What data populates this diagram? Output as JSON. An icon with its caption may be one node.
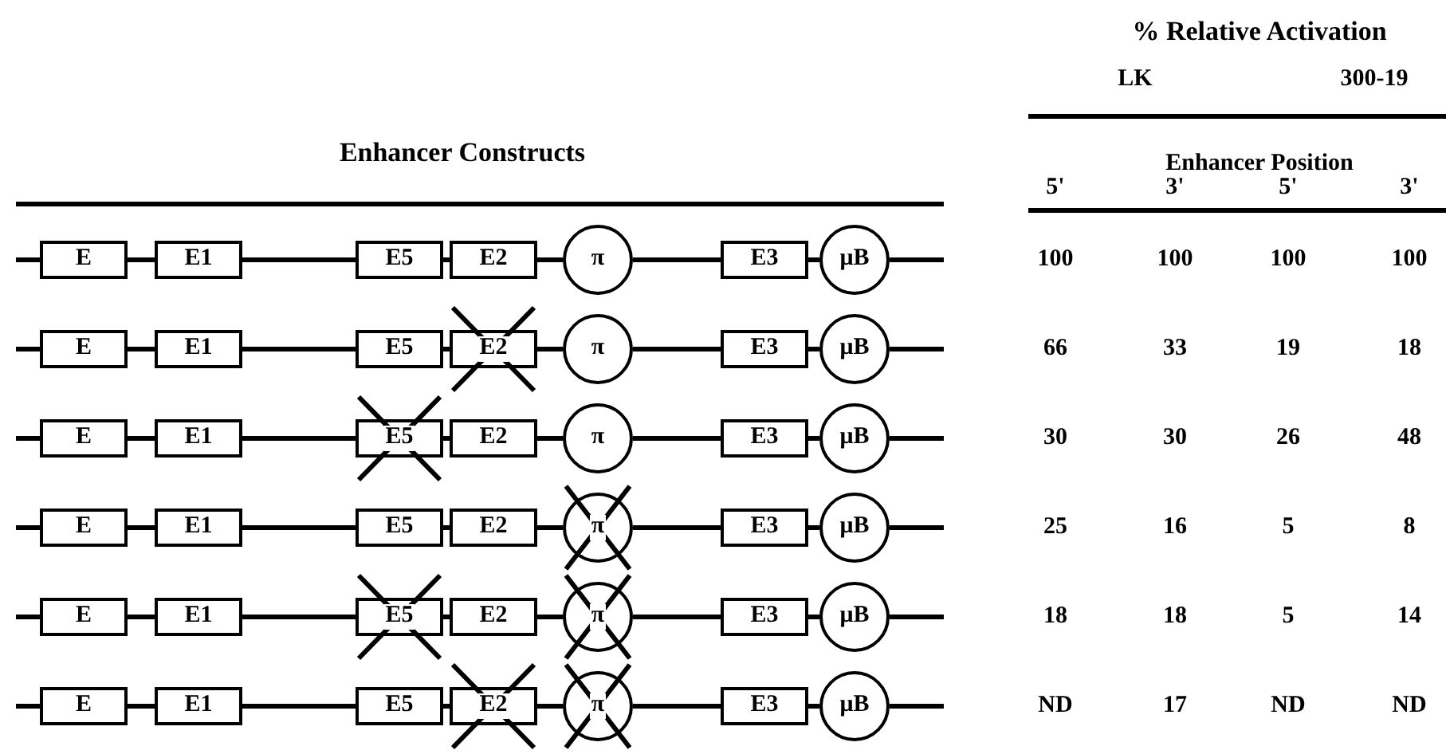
{
  "diagram": {
    "nodes": [
      {
        "text": [
          "E"
        ]
      },
      {
        "text": [
          "E1"
        ]
      },
      {
        "text": [
          "E5"
        ]
      },
      {
        "text": [
          "E2"
        ]
      },
      {
        "text": [
          "π"
        ]
      },
      {
        "text": [
          "E3"
        ]
      },
      {
        "text": [
          "μB"
        ]
      },
      {
        "text": [
          "E"
        ]
      },
      {
        "text": [
          "E1"
        ]
      },
      {
        "text": [
          "E5"
        ]
      },
      {
        "text": [
          "E2"
        ]
      },
      {
        "text": [
          "π"
        ]
      },
      {
        "text": [
          "E3"
        ]
      },
      {
        "text": [
          "μB"
        ]
      },
      {
        "text": [
          "E"
        ]
      },
      {
        "text": [
          "E1"
        ]
      },
      {
        "text": [
          "E5"
        ]
      },
      {
        "text": [
          "E2"
        ]
      },
      {
        "text": [
          "π"
        ]
      },
      {
        "text": [
          "E3"
        ]
      },
      {
        "text": [
          "μB"
        ]
      },
      {
        "text": [
          "E"
        ]
      },
      {
        "text": [
          "E1"
        ]
      },
      {
        "text": [
          "E5"
        ]
      },
      {
        "text": [
          "E2"
        ]
      },
      {
        "text": [
          "π"
        ]
      },
      {
        "text": [
          "E3"
        ]
      },
      {
        "text": [
          "μB"
        ]
      },
      {
        "text": [
          "E"
        ]
      },
      {
        "text": [
          "E1"
        ]
      },
      {
        "text": [
          "E5"
        ]
      },
      {
        "text": [
          "E2"
        ]
      },
      {
        "text": [
          "π"
        ]
      },
      {
        "text": [
          "E3"
        ]
      },
      {
        "text": [
          "μB"
        ]
      },
      {
        "text": [
          "E"
        ]
      },
      {
        "text": [
          "E1"
        ]
      },
      {
        "text": [
          "E5"
        ]
      },
      {
        "text": [
          "E2"
        ]
      },
      {
        "text": [
          "π"
        ]
      },
      {
        "text": [
          "E3"
        ]
      },
      {
        "text": [
          "μB"
        ]
      }
    ],
    "edges": [
      {
        "from": null,
        "to": 0,
        "arrow": "none"
      },
      {
        "from": 0,
        "to": 1,
        "arrow": "none"
      },
      {
        "from": 1,
        "to": 2,
        "arrow": "none"
      },
      {
        "from": 2,
        "to": 3,
        "arrow": "none"
      },
      {
        "from": 3,
        "to": 4,
        "arrow": "none"
      },
      {
        "from": 4,
        "to": 5,
        "arrow": "none"
      },
      {
        "from": 5,
        "to": 6,
        "arrow": "none"
      },
      {
        "from": 6,
        "to": null,
        "arrow": "none"
      },
      {
        "from": null,
        "to": 7,
        "arrow": "none"
      },
      {
        "from": 7,
        "to": 8,
        "arrow": "none"
      },
      {
        "from": 8,
        "to": 9,
        "arrow": "none"
      },
      {
        "from": 9,
        "to": 10,
        "arrow": "none"
      },
      {
        "from": 10,
        "to": 11,
        "arrow": "none"
      },
      {
        "from": 11,
        "to": 12,
        "arrow": "none"
      },
      {
        "from": 12,
        "to": 13,
        "arrow": "none"
      },
      {
        "from": 13,
        "to": null,
        "arrow": "none"
      },
      {
        "from": null,
        "to": 14,
        "arrow": "none"
      },
      {
        "from": 14,
        "to": 15,
        "arrow": "none"
      },
      {
        "from": 15,
        "to": 16,
        "arrow": "none"
      },
      {
        "from": 16,
        "to": 17,
        "arrow": "none"
      },
      {
        "from": 17,
        "to": 18,
        "arrow": "none"
      },
      {
        "from": 18,
        "to": 19,
        "arrow": "none"
      },
      {
        "from": 19,
        "to": 20,
        "arrow": "none"
      },
      {
        "from": 20,
        "to": null,
        "arrow": "none"
      },
      {
        "from": null,
        "to": 21,
        "arrow": "none"
      },
      {
        "from": 21,
        "to": 22,
        "arrow": "none"
      },
      {
        "from": 22,
        "to": 23,
        "arrow": "none"
      },
      {
        "from": 23,
        "to": 24,
        "arrow": "none"
      },
      {
        "from": 24,
        "to": 25,
        "arrow": "none"
      },
      {
        "from": 25,
        "to": 26,
        "arrow": "none"
      },
      {
        "from": 26,
        "to": 27,
        "arrow": "none"
      },
      {
        "from": 27,
        "to": null,
        "arrow": "none"
      },
      {
        "from": null,
        "to": 28,
        "arrow": "none"
      },
      {
        "from": 28,
        "to": 29,
        "arrow": "none"
      },
      {
        "from": 29,
        "to": 30,
        "arrow": "none"
      },
      {
        "from": 30,
        "to": 31,
        "arrow": "none"
      },
      {
        "from": 31,
        "to": 32,
        "arrow": "none"
      },
      {
        "from": 32,
        "to": 33,
        "arrow": "none"
      },
      {
        "from": 33,
        "to": 34,
        "arrow": "none"
      },
      {
        "from": 34,
        "to": null,
        "arrow": "none"
      },
      {
        "from": null,
        "to": 35,
        "arrow": "none"
      },
      {
        "from": 35,
        "to": 36,
        "arrow": "none"
      },
      {
        "from": 36,
        "to": 37,
        "arrow": "none"
      },
      {
        "from": 37,
        "to": 38,
        "arrow": "none"
      },
      {
        "from": 38,
        "to": 39,
        "arrow": "none"
      },
      {
        "from": 39,
        "to": 40,
        "arrow": "none"
      },
      {
        "from": 40,
        "to": 41,
        "arrow": "none"
      },
      {
        "from": 41,
        "to": null,
        "arrow": "none"
      }
    ],
    "labels": [
      "% Relative Activation",
      "LK",
      "300-19",
      "Enhancer Constructs",
      "Enhancer Position",
      "5'",
      "3'",
      "5'",
      "3'",
      "100",
      "100",
      "100",
      "100",
      "66",
      "33",
      "19",
      "18",
      "30",
      "30",
      "26",
      "48",
      "25",
      "16",
      "5",
      "8",
      "18",
      "18",
      "5",
      "14",
      "ND",
      "17",
      "ND",
      "ND"
    ]
  }
}
